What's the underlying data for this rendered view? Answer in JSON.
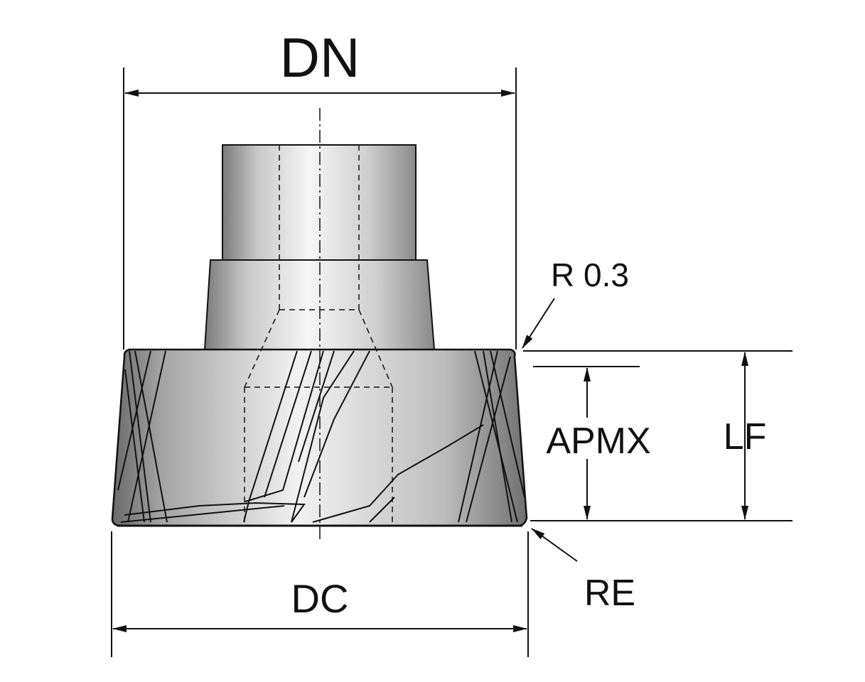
{
  "labels": {
    "dn": "DN",
    "r03": "R 0.3",
    "apmx": "APMX",
    "lf": "LF",
    "dc": "DC",
    "re": "RE"
  },
  "colors": {
    "line": "#111111",
    "metal_light": "#f4f4f4",
    "metal_mid": "#bdbdbd",
    "metal_dark": "#6e6e6e",
    "background": "#ffffff"
  }
}
